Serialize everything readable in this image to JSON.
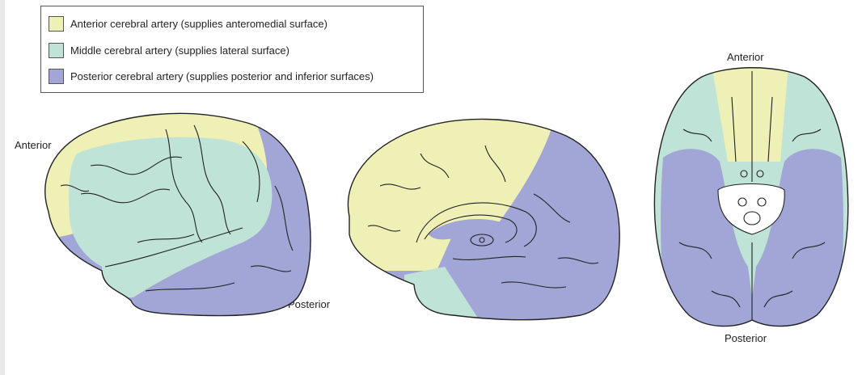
{
  "legend": [
    {
      "label": "Anterior cerebral artery (supplies anteromedial surface)",
      "color": "#eef0b6"
    },
    {
      "label": "Middle cerebral artery (supplies lateral surface)",
      "color": "#bfe3d6"
    },
    {
      "label": "Posterior cerebral artery (supplies posterior and inferior surfaces)",
      "color": "#a2a6d7"
    }
  ],
  "labels": {
    "lateral_anterior": "Anterior",
    "lateral_posterior": "Posterior",
    "inferior_anterior": "Anterior",
    "inferior_posterior": "Posterior"
  }
}
